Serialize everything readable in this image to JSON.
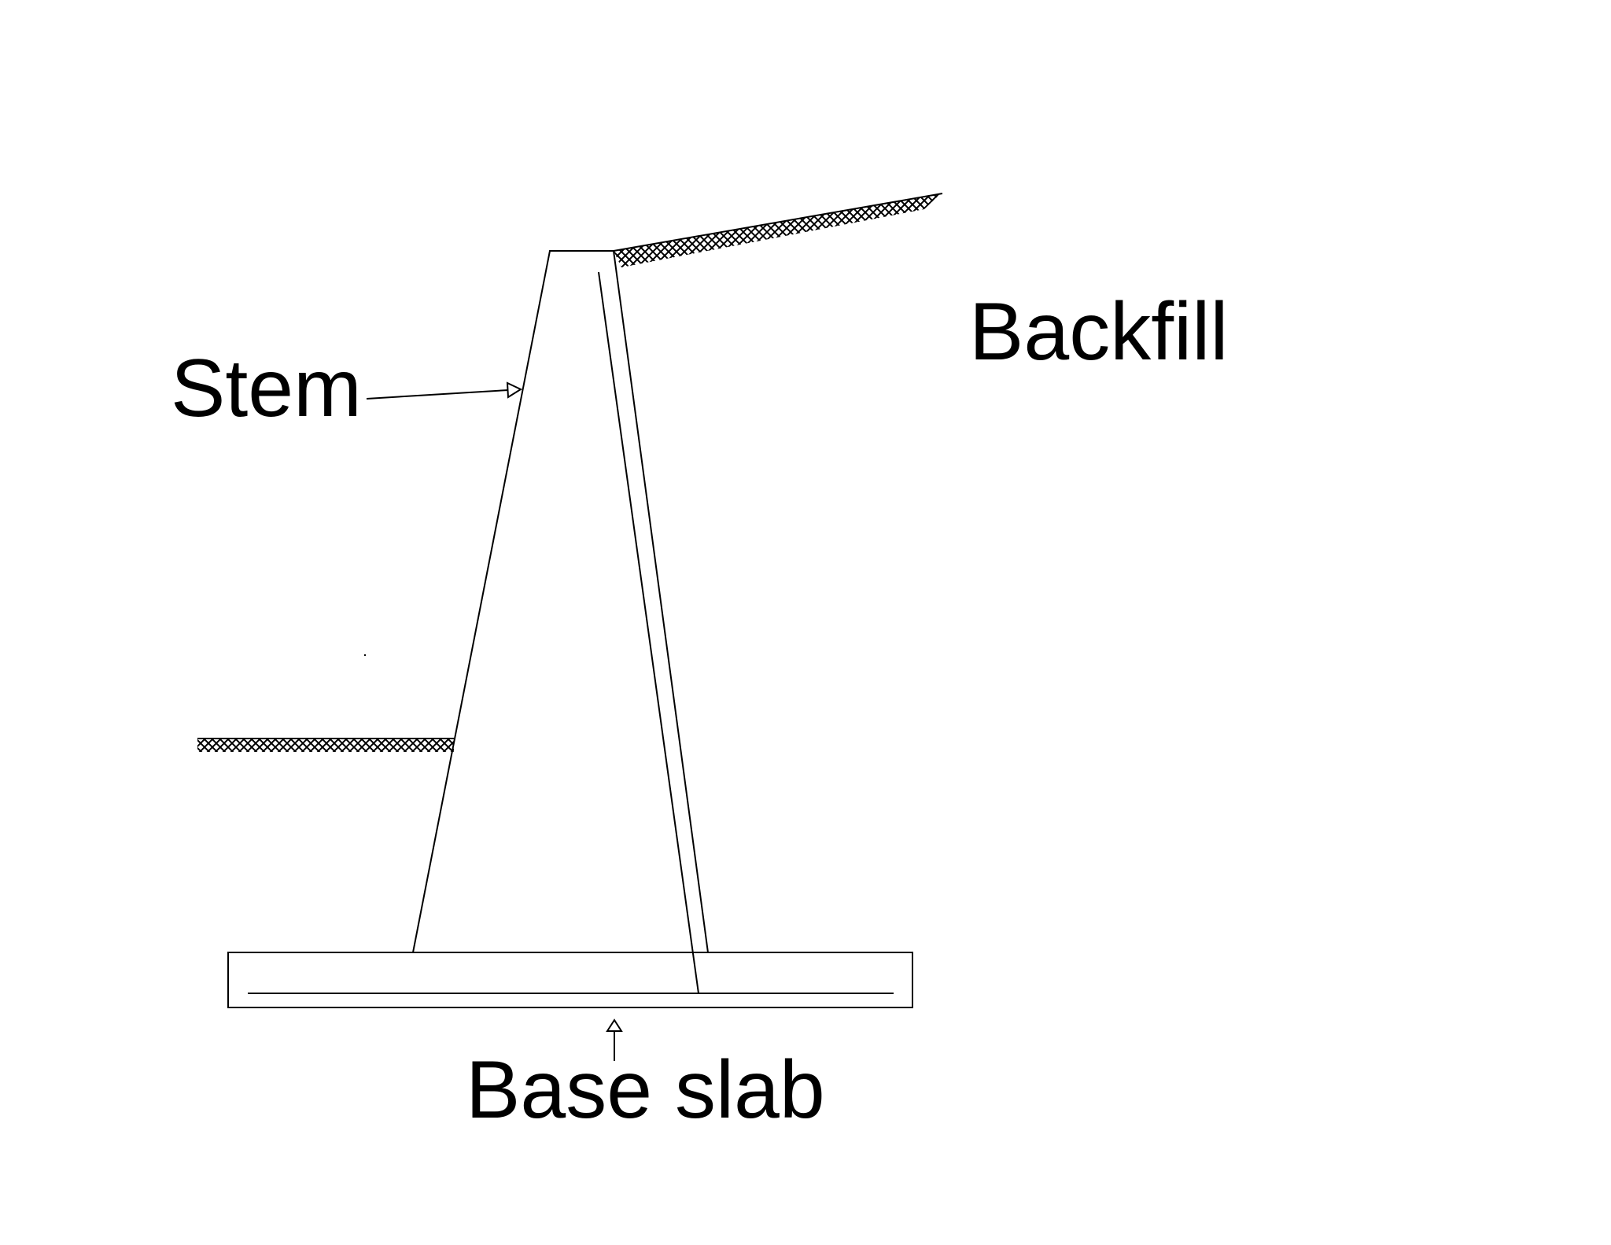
{
  "labels": {
    "stem": "Stem",
    "backfill": "Backfill",
    "base_slab": "Base slab"
  },
  "colors": {
    "line": "#000000",
    "background": "#ffffff"
  }
}
